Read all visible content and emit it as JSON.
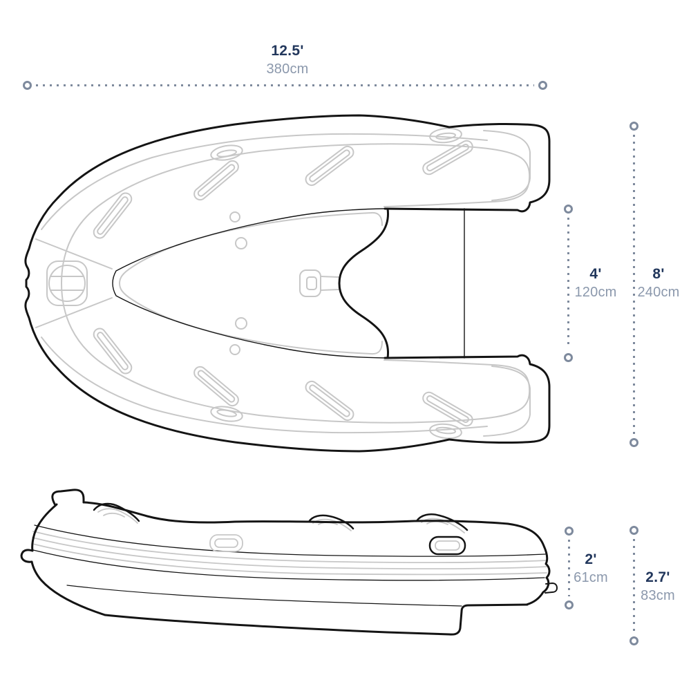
{
  "diagram_type": "boat-dimensions",
  "colors": {
    "primary_label": "#22375c",
    "secondary_label": "#8b98ac",
    "dimension_line": "#7e8a9d",
    "outline": "#141414",
    "detail_line": "#c7c7c7"
  },
  "dimensions": {
    "length": {
      "feet": "12.5'",
      "cm": "380cm"
    },
    "inner_beam": {
      "feet": "4'",
      "cm": "120cm"
    },
    "beam": {
      "feet": "8'",
      "cm": "240cm"
    },
    "tube_diameter": {
      "feet": "2'",
      "cm": "61cm"
    },
    "overall_height": {
      "feet": "2.7'",
      "cm": "83cm"
    }
  }
}
